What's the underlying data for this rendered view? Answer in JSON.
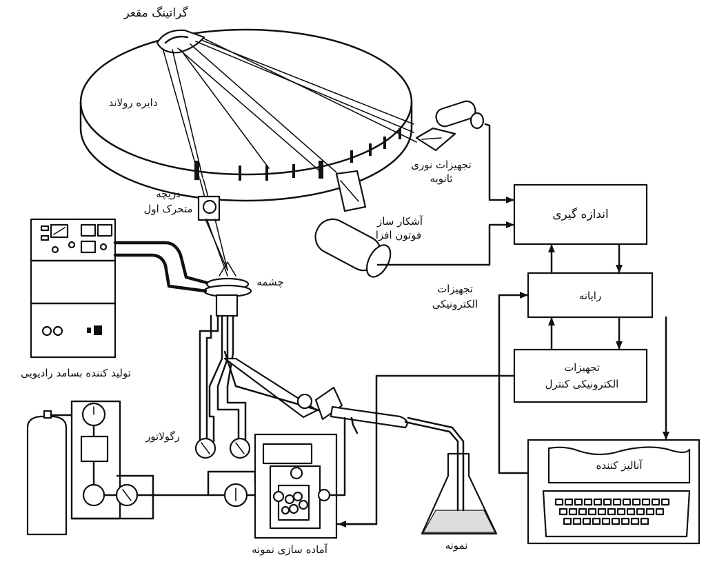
{
  "labels": {
    "grating": "گراتینگ مقعر",
    "rowland": "دایره رولاند",
    "secondary_optics_1": "تجهیزات نوری",
    "secondary_optics_2": "ثانویه",
    "slit_1": "دریچه",
    "slit_2": "متحرک اول",
    "detector_1": "آشکار ساز",
    "detector_2": "فوتون افزا",
    "measurement": "اندازه گیری",
    "source": "چشمه",
    "electronics_1": "تجهیزات",
    "electronics_2": "الکترونیکی",
    "computer": "رایانه",
    "control_1": "تجهیزات",
    "control_2": "الکترونیکی کنترل",
    "rf_generator": "تولید کننده بسامد رادیویی",
    "regulator": "رگولاتور",
    "analyzer": "آنالیز کننده",
    "sample_prep": "آماده سازی نمونه",
    "sample": "نمونه"
  }
}
